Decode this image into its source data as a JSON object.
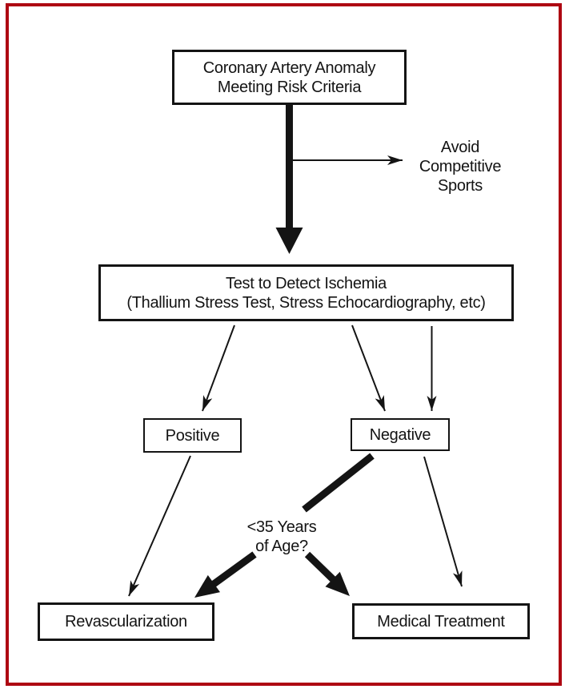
{
  "figure": {
    "type": "flowchart",
    "frame_border_color": "#ae0712",
    "ink_color": "#141414",
    "background_color": "#ffffff"
  },
  "nodes": {
    "risk": {
      "line1": "Coronary Artery Anomaly",
      "line2": "Meeting Risk Criteria"
    },
    "avoid": {
      "line1": "Avoid",
      "line2": "Competitive",
      "line3": "Sports"
    },
    "test": {
      "line1": "Test to Detect Ischemia",
      "line2": "(Thallium Stress Test, Stress Echocardiography, etc)"
    },
    "positive": {
      "label": "Positive"
    },
    "negative": {
      "label": "Negative"
    },
    "age": {
      "line1": "<35 Years",
      "line2": "of Age?"
    },
    "revascularization": {
      "label": "Revascularization"
    },
    "medical": {
      "label": "Medical Treatment"
    }
  }
}
